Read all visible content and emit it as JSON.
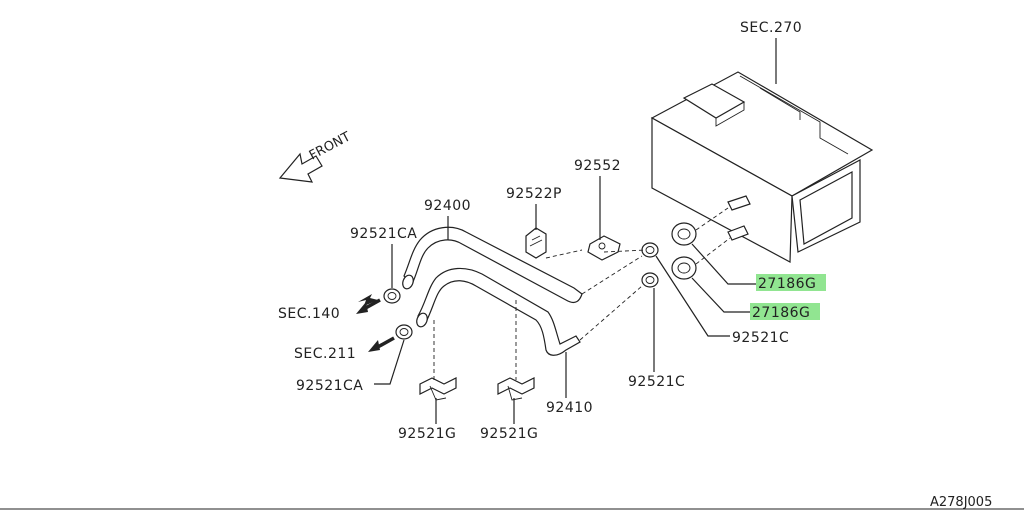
{
  "labels": {
    "sec270": "SEC.270",
    "front": "FRONT",
    "p92552": "92552",
    "p92522P": "92522P",
    "p92400": "92400",
    "p92521CA_top": "92521CA",
    "sec140": "SEC.140",
    "sec211": "SEC.211",
    "p92521CA_bottom": "92521CA",
    "p27186G_top": "27186G",
    "p27186G_bottom": "27186G",
    "p92521C_right": "92521C",
    "p92521C_lower": "92521C",
    "p92410": "92410",
    "p92521G_left": "92521G",
    "p92521G_right": "92521G",
    "diagram_code": "A278J005"
  },
  "highlight_color": "#7ee07e",
  "icons": [
    "front-arrow-icon",
    "direction-arrow-icon"
  ]
}
